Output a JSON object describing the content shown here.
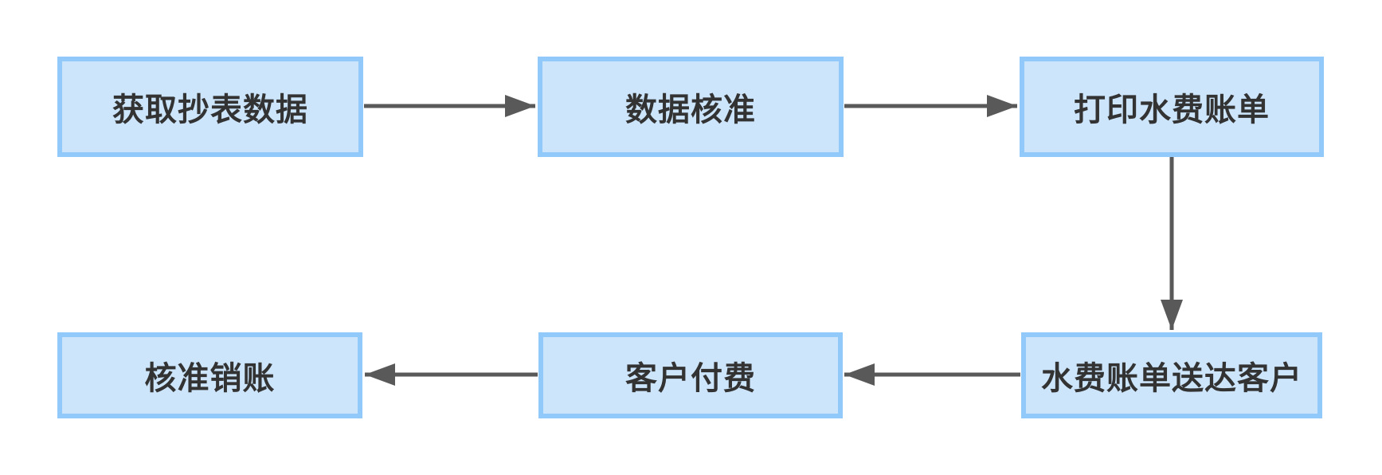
{
  "flowchart": {
    "type": "flowchart",
    "background": "#ffffff",
    "nodes": [
      {
        "id": "get-meter-reading-data",
        "label": "获取抄表数据"
      },
      {
        "id": "data-verification",
        "label": "数据核准"
      },
      {
        "id": "print-water-bill",
        "label": "打印水费账单"
      },
      {
        "id": "bill-delivered-to-customer",
        "label": "水费账单送达客户"
      },
      {
        "id": "customer-payment",
        "label": "客户付费"
      },
      {
        "id": "verify-and-write-off",
        "label": "核准销账"
      }
    ],
    "edges": [
      {
        "from": "get-meter-reading-data",
        "to": "data-verification",
        "direction": "right"
      },
      {
        "from": "data-verification",
        "to": "print-water-bill",
        "direction": "right"
      },
      {
        "from": "print-water-bill",
        "to": "bill-delivered-to-customer",
        "direction": "down"
      },
      {
        "from": "bill-delivered-to-customer",
        "to": "customer-payment",
        "direction": "left"
      },
      {
        "from": "customer-payment",
        "to": "verify-and-write-off",
        "direction": "left"
      }
    ],
    "colors": {
      "node_fill": "#cce5fb",
      "node_border": "#92c9fb",
      "arrow": "#595959",
      "text": "#333333"
    }
  }
}
